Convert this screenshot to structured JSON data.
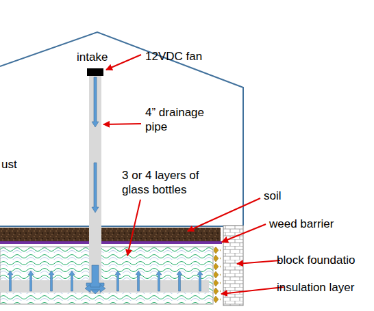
{
  "diagram": {
    "labels": [
      "ust",
      "intake",
      "12VDC fan",
      "4” drainage pipe",
      "3 or 4 layers of glass bottles",
      "soil",
      "weed barrier",
      "block foundatio",
      "insulation layer"
    ]
  }
}
